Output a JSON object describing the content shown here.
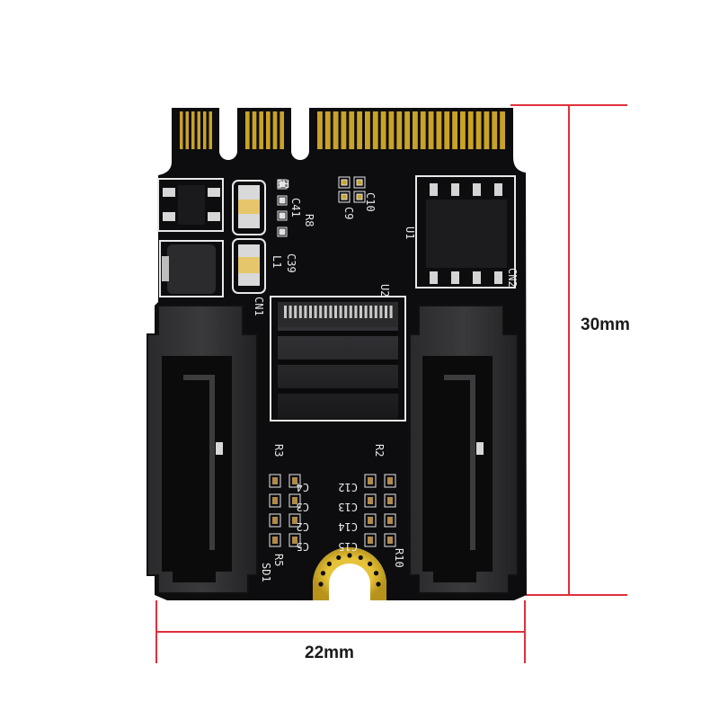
{
  "dimensions": {
    "height_label": "30mm",
    "width_label": "22mm",
    "line_color": "#e0303a"
  },
  "board": {
    "pcb_color": "#0d0d0f",
    "gold_color": "#c9a227",
    "silkscreen_color": "#e8e8e8",
    "silkscreen": {
      "u1": "U1",
      "u2": "U2",
      "cn1": "CN1",
      "cn2": "CN2",
      "r9": "R9",
      "r8": "R8",
      "c41": "C41",
      "c9": "C9",
      "c10": "C10",
      "l1": "L1",
      "c39": "C39",
      "r3": "R3",
      "r2": "R2",
      "r5": "R5",
      "r10": "R10",
      "sd1": "SD1",
      "c2": "C2",
      "c3": "C3",
      "c4": "C4",
      "c5": "C5",
      "c12": "C12",
      "c13": "C13",
      "c14": "C14",
      "c15": "C15"
    }
  }
}
